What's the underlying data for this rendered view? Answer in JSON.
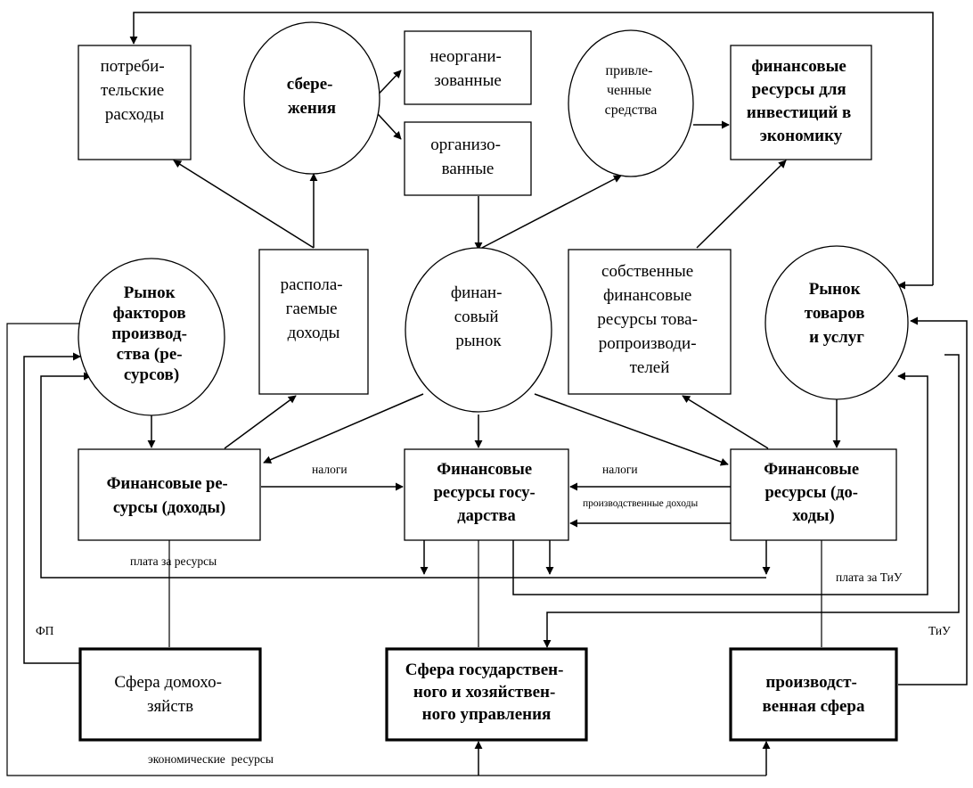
{
  "colors": {
    "stroke": "#000000",
    "background": "#ffffff"
  },
  "nodes": {
    "consumer_spending": [
      "потреби-",
      "тельские",
      "расходы"
    ],
    "savings": [
      "сбере-",
      "жения"
    ],
    "unorganized": [
      "неоргани-",
      "зованные"
    ],
    "organized": [
      "организо-",
      "ванные"
    ],
    "attracted_funds": [
      "привле-",
      "ченные",
      "средства"
    ],
    "investment_resources": [
      "финансовые",
      "ресурсы для",
      "инвестиций в",
      "экономику"
    ],
    "factor_market": [
      "Рынок",
      "факторов",
      "производ-",
      "ства (ре-",
      "сурсов)"
    ],
    "disposable_income": [
      "распола-",
      "гаемые",
      "доходы"
    ],
    "financial_market": [
      "финан-",
      "совый",
      "рынок"
    ],
    "own_resources": [
      "собственные",
      "финансовые",
      "ресурсы това-",
      "ропроизводи-",
      "телей"
    ],
    "goods_market": [
      "Рынок",
      "товаров",
      "и услуг"
    ],
    "hh_finance": [
      "Финансовые ре-",
      "сурсы (доходы)"
    ],
    "gov_finance": [
      "Финансовые",
      "ресурсы госу-",
      "дарства"
    ],
    "prod_finance": [
      "Финансовые",
      "ресурсы (до-",
      "ходы)"
    ],
    "households": [
      "Сфера домохо-",
      "зяйств"
    ],
    "government": [
      "Сфера государствен-",
      "ного и хозяйствен-",
      "ного управления"
    ],
    "production": [
      "производст-",
      "венная сфера"
    ]
  },
  "labels": {
    "taxes_left": "налоги",
    "taxes_right": "налоги",
    "production_income": "производственные доходы",
    "resource_payment": "плата за ресурсы",
    "goods_payment": "плата за ТиУ",
    "factors_of_production": "ФП",
    "goods_and_services": "ТиУ",
    "economic_resources": "экономические  ресурсы"
  }
}
